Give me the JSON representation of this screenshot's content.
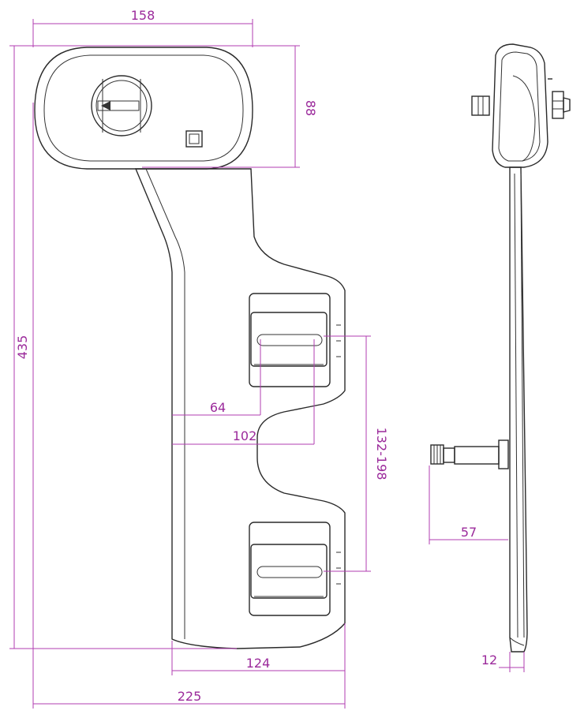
{
  "colors": {
    "dimension": "#b23db2",
    "outline": "#2a2a2a",
    "background": "#ffffff"
  },
  "front_view": {
    "dims": {
      "top_width": "158",
      "head_height": "88",
      "total_height": "435",
      "nozzle_64": "64",
      "nozzle_102": "102",
      "nozzle_spacing": "132-198",
      "lower_width": "124",
      "total_width": "225"
    }
  },
  "side_view": {
    "dims": {
      "hose_length": "57",
      "thickness": "12"
    }
  }
}
